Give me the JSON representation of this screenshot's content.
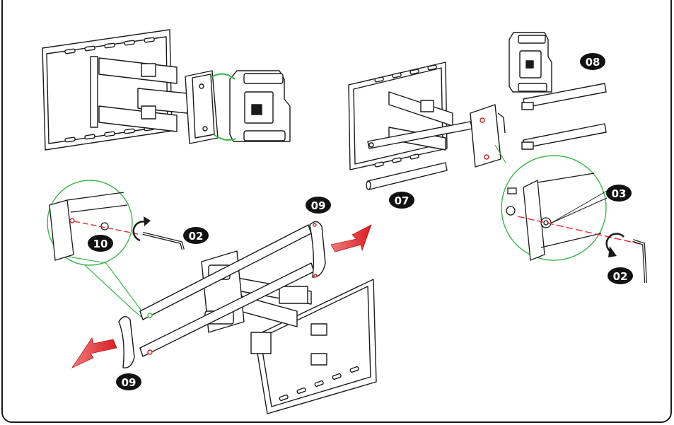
{
  "diagram": {
    "part_labels": {
      "p08": "08",
      "p07": "07",
      "p09_top": "09",
      "p09_bottom": "09",
      "p10": "10",
      "p02_left": "02",
      "p03": "03",
      "p02_right": "02"
    },
    "colors": {
      "line": "#1a1a1a",
      "callout": "#3cb54a",
      "arrow": "#e8282c",
      "dash": "#e8282c",
      "badge": "#111111"
    }
  }
}
